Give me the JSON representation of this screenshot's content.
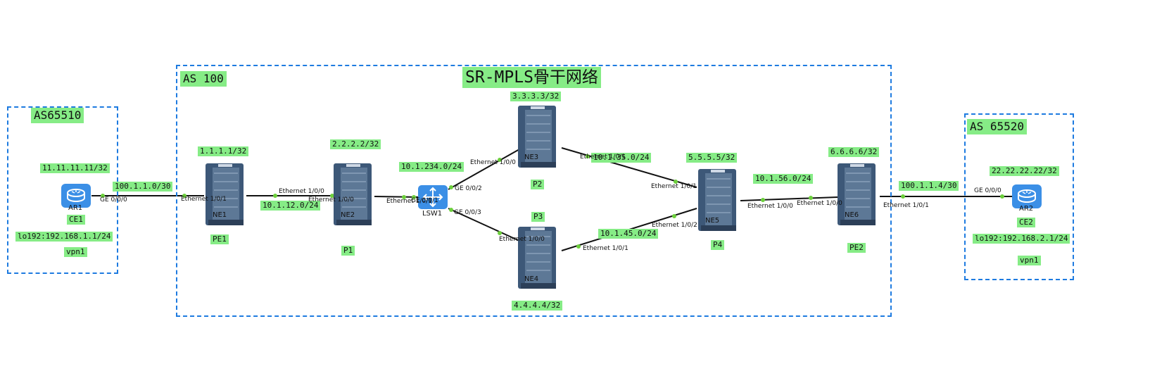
{
  "title": "SR-MPLS骨干网络",
  "regions": {
    "as_left": "AS65510",
    "as_core": "AS 100",
    "as_right": "AS 65520"
  },
  "devices": {
    "ar1": {
      "name": "AR1",
      "role": "CE1",
      "loopback": "11.11.11.11/32",
      "lo": "lo192:192.168.1.1/24",
      "vpn": "vpn1"
    },
    "ar2": {
      "name": "AR2",
      "role": "CE2",
      "loopback": "22.22.22.22/32",
      "lo": "lo192:192.168.2.1/24",
      "vpn": "vpn1"
    },
    "ne1": {
      "name": "NE1",
      "role": "PE1",
      "loopback": "1.1.1.1/32"
    },
    "ne2": {
      "name": "NE2",
      "role": "P1",
      "loopback": "2.2.2.2/32"
    },
    "ne3": {
      "name": "NE3",
      "role": "P2",
      "loopback": "3.3.3.3/32"
    },
    "ne4": {
      "name": "NE4",
      "role": "P3",
      "loopback": "4.4.4.4/32"
    },
    "ne5": {
      "name": "NE5",
      "role": "P4",
      "loopback": "5.5.5.5/32"
    },
    "ne6": {
      "name": "NE6",
      "role": "PE2",
      "loopback": "6.6.6.6/32"
    },
    "lsw1": {
      "name": "LSW1"
    }
  },
  "subnets": {
    "ce1_pe1": "100.1.1.0/30",
    "p1_pe1": "10.1.12.0/24",
    "lsw": "10.1.234.0/24",
    "ne3_ne5": "10.1.35.0/24",
    "ne4_ne5": "10.1.45.0/24",
    "ne5_ne6": "10.1.56.0/24",
    "pe2_ce2": "100.1.1.4/30"
  },
  "interfaces": {
    "ar1_ge": "GE 0/0/0",
    "ne1_e": "Ethernet 1/0/1",
    "ne2_e0": "Ethernet 1/0/0",
    "ne1_e0": "Ethernet 1/0/0",
    "ne2_e1": "Ethernet 1/0/1",
    "lsw_ge1": "GE 0/0/1",
    "lsw_ge2": "GE 0/0/2",
    "lsw_ge3": "GE 0/0/3",
    "ne3_e0": "Ethernet 1/0/0",
    "ne3_e1": "Ethernet 1/0/1",
    "ne4_e0": "Ethernet 1/0/0",
    "ne4_e1": "Ethernet 1/0/1",
    "ne5_e1": "Ethernet 1/0/1",
    "ne5_e2": "Ethernet 1/0/2",
    "ne5_e0": "Ethernet 1/0/0",
    "ne6_e0": "Ethernet 1/0/0",
    "ne6_e1": "Ethernet 1/0/1",
    "ar2_ge": "GE 0/0/0"
  },
  "colors": {
    "region_border": "#1e7be0",
    "label_bg": "#86ec86",
    "link": "#111111",
    "port_dot": "#6ccf3c",
    "device_body": "#3d5878",
    "router_blue": "#3b8fe6"
  },
  "icons": [
    "router-icon",
    "switch-icon",
    "rack-router-icon"
  ]
}
